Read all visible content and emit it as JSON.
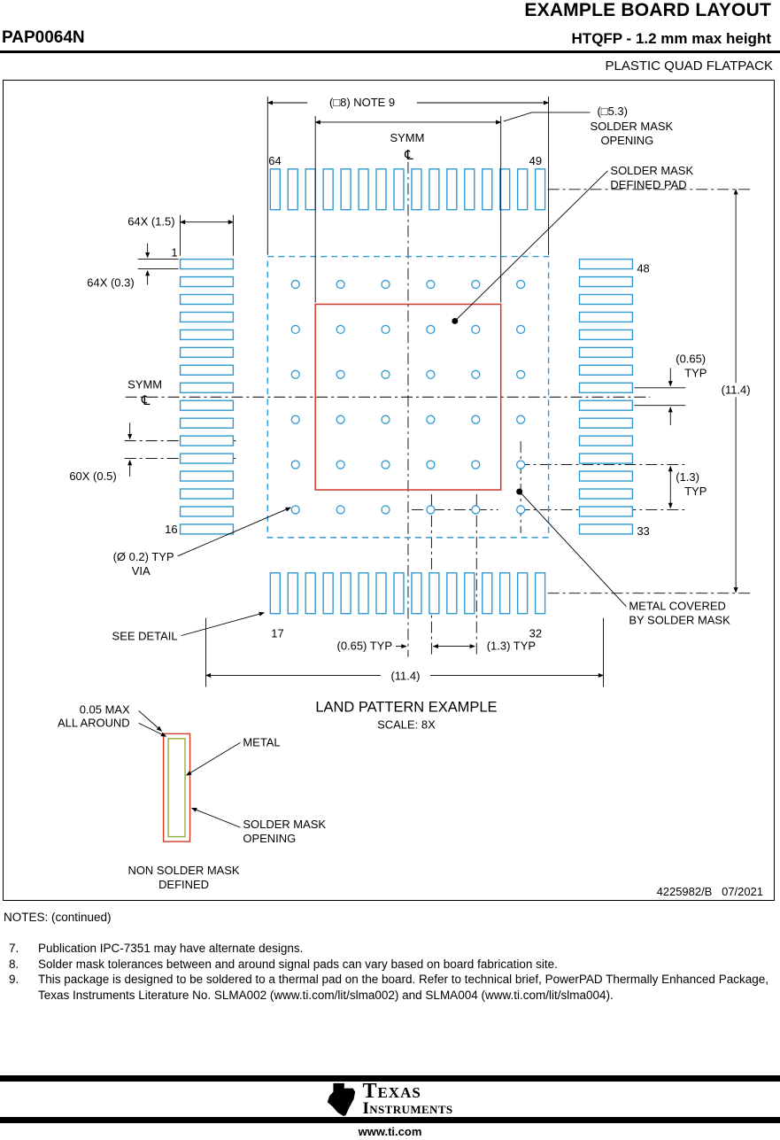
{
  "header": {
    "title": "EXAMPLE BOARD LAYOUT",
    "part_number": "PAP0064N",
    "subtitle": "HTQFP - 1.2 mm max height",
    "package_type": "PLASTIC QUAD FLATPACK"
  },
  "drawing": {
    "pins": {
      "p64": "64",
      "p49": "49",
      "p48": "48",
      "p33": "33",
      "p1": "1",
      "p16": "16",
      "p17": "17",
      "p32": "32"
    },
    "dims": {
      "body": "(□8) NOTE 9",
      "smo_value": "(□5.3)",
      "smo_line1": "SOLDER MASK",
      "smo_line2": "OPENING",
      "symm_top": "SYMM",
      "cl_top": "℄",
      "symm_left": "SYMM",
      "cl_left": "℄",
      "smd_line1": "SOLDER MASK",
      "smd_line2": "DEFINED PAD",
      "pad_length": "64X (1.5)",
      "pad_width": "64X (0.3)",
      "pad_gap": "60X (0.5)",
      "pitch_right_1": "(0.65)",
      "pitch_right_2": "TYP",
      "span_right": "(11.4)",
      "via_pitch_right_1": "(1.3)",
      "via_pitch_right_2": "TYP",
      "via_1": "(Ø 0.2) TYP",
      "via_2": "VIA",
      "metal_cov_1": "METAL COVERED",
      "metal_cov_2": "BY SOLDER MASK",
      "see_detail": "SEE DETAIL",
      "pitch_bottom": "(0.65) TYP",
      "via_pitch_bottom": "(1.3) TYP",
      "span_bottom": "(11.4)"
    },
    "caption": {
      "title": "LAND PATTERN EXAMPLE",
      "scale": "SCALE: 8X"
    },
    "detail": {
      "clearance_1": "0.05 MAX",
      "clearance_2": "ALL AROUND",
      "metal": "METAL",
      "smo_1": "SOLDER MASK",
      "smo_2": "OPENING",
      "nsmd_1": "NON SOLDER MASK",
      "nsmd_2": "DEFINED"
    },
    "doc_ref": "4225982/B   07/2021"
  },
  "notes": {
    "heading": "NOTES: (continued)",
    "items": [
      {
        "num": "7.",
        "text": "Publication IPC-7351 may have alternate designs."
      },
      {
        "num": "8.",
        "text": "Solder mask tolerances between and around signal pads can vary based on board fabrication site."
      },
      {
        "num": "9.",
        "text": "This package is designed to be soldered to a thermal pad on the board. Refer to technical brief, PowerPAD Thermally Enhanced Package, Texas Instruments Literature No. SLMA002 (www.ti.com/lit/slma002) and SLMA004 (www.ti.com/lit/slma004)."
      }
    ]
  },
  "footer": {
    "brand_line1": "Texas",
    "brand_line2": "Instruments",
    "url": "www.ti.com"
  },
  "colors": {
    "pad_outline": "#2f9ad2",
    "solder_mask_red": "#d03a2d",
    "metal_green": "#8fae3a",
    "line": "#000000"
  }
}
